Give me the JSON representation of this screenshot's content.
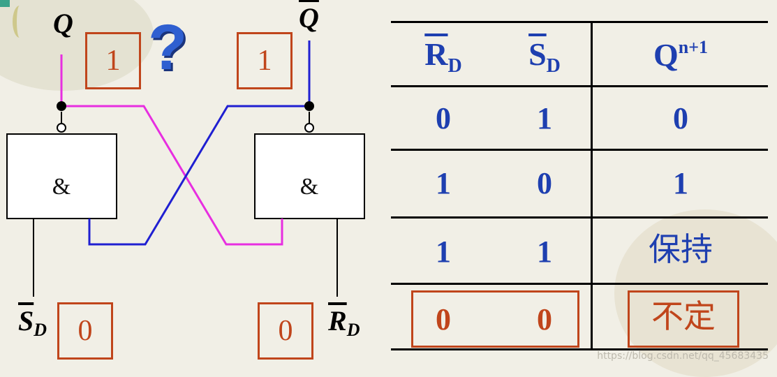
{
  "circuit": {
    "q_label": "Q",
    "qbar_label": "Q",
    "sd_label": "S",
    "sd_sub": "D",
    "rd_label": "R",
    "rd_sub": "D",
    "gate_left_symbol": "&",
    "gate_right_symbol": "&",
    "q_value": "1",
    "qbar_value": "1",
    "sd_value": "0",
    "rd_value": "0",
    "question_mark": "?"
  },
  "table": {
    "header": {
      "rd": "R",
      "rd_sub": "D",
      "sd": "S",
      "sd_sub": "D",
      "q": "Q",
      "q_sup": "n+1"
    },
    "rows": [
      {
        "rd": "0",
        "sd": "1",
        "q": "0"
      },
      {
        "rd": "1",
        "sd": "0",
        "q": "1"
      },
      {
        "rd": "1",
        "sd": "1",
        "q": "保持"
      },
      {
        "rd": "0",
        "sd": "0",
        "q": "不定"
      }
    ]
  },
  "watermark": "https://blog.csdn.net/qq_45683435",
  "colors": {
    "accent_red": "#c0451b",
    "table_blue": "#1e3fb0",
    "wire_magenta": "#e72ee0",
    "wire_blue": "#1f1fd1"
  }
}
